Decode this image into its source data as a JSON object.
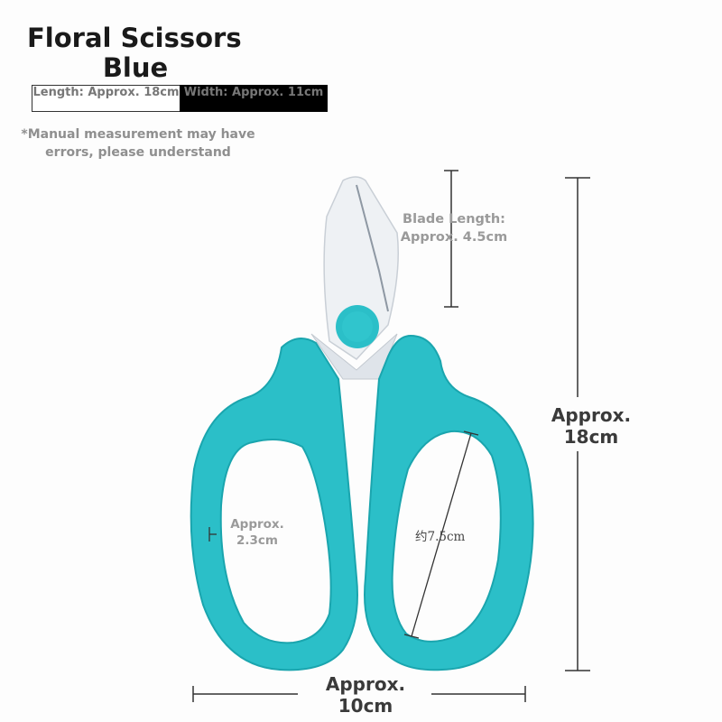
{
  "product": {
    "title_line1": "Floral Scissors",
    "title_line2": "Blue"
  },
  "specs": {
    "length_label": "Length: Approx. 18cm",
    "width_label": "Width: Approx. 11cm"
  },
  "note": "*Manual measurement may have errors, please understand",
  "dimensions": {
    "blade": "Blade Length: Approx. 4.5cm",
    "handle": "Approx. 2.3cm",
    "loop": "约7.5cm",
    "length": "Approx. 18cm",
    "width": "Approx. 10cm"
  },
  "colors": {
    "handle": "#2bbfc8",
    "handle_dark": "#1aa5ae",
    "blade": "#eef1f4",
    "line": "#333333"
  }
}
